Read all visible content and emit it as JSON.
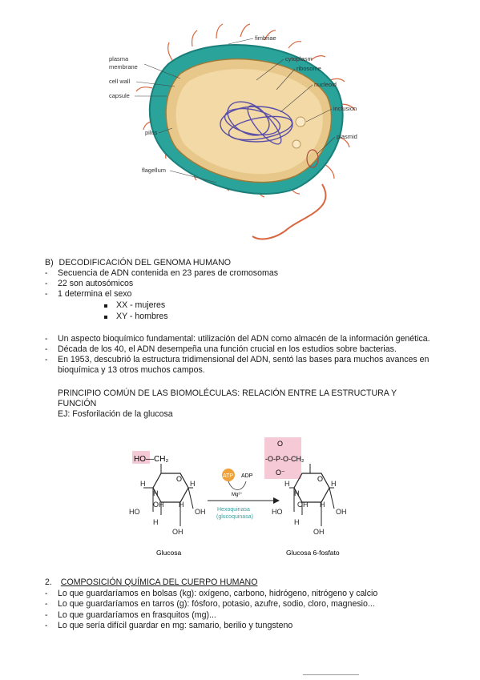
{
  "bacterium": {
    "labels": {
      "fimbriae": "fimbriae",
      "plasma_membrane_1": "plasma",
      "plasma_membrane_2": "membrane",
      "cell_wall": "cell wall",
      "capsule": "capsule",
      "pilus": "pilus",
      "flagellum": "flagellum",
      "cytoplasm": "cytoplasm",
      "ribosome": "ribosome",
      "nucleoid": "nucleoid",
      "inclusion": "inclusion",
      "plasmid": "plasmid"
    }
  },
  "section_b": {
    "heading_prefix": "B)",
    "heading": "DECODIFICACIÓN DEL GENOMA HUMANO",
    "items": [
      "Secuencia de ADN contenida en 23 pares de cromosomas",
      "22 son autosómicos",
      "1 determina el sexo"
    ],
    "subitems": [
      "XX - mujeres",
      "XY - hombres"
    ],
    "items2": [
      "Un aspecto bioquímico fundamental: utilización del ADN como almacén de la información genética.",
      "Década de los 40, el ADN desempeña una función crucial en los estudios sobre bacterias.",
      "En 1953, descubrió la estructura tridimensional del ADN, sentó las bases para muchos avances en",
      "bioquímica y 13 otros muchos campos."
    ],
    "principle_1": "PRINCIPIO COMÚN DE LAS BIOMOLÉCULAS: RELACIÓN ENTRE LA ESTRUCTURA Y",
    "principle_2": "FUNCIÓN",
    "example": "EJ: Fosforilación de la glucosa"
  },
  "reaction": {
    "ho_ch2": "HO—CH₂",
    "atp": "ATP",
    "adp": "ADP",
    "mg": "Mg²⁺",
    "enzyme_1": "Hexoquinasa",
    "enzyme_2": "(glucoquinasa)",
    "glucose_label": "Glucosa",
    "g6p_label": "Glucosa 6-fosfato",
    "phosphate_o_top": "O",
    "phosphate_chain": "-O-P-O-CH₂",
    "phosphate_o_bottom": "O⁻",
    "atom_h": "H",
    "atom_oh": "OH",
    "atom_ho": "HO",
    "atom_o": "O"
  },
  "section_2": {
    "number": "2.",
    "heading": "COMPOSICIÓN QUÍMICA DEL CUERPO HUMANO",
    "items": [
      "Lo que guardaríamos en bolsas (kg): oxígeno, carbono, hidrógeno, nitrógeno y calcio",
      "Lo que guardaríamos en tarros (g): fósforo, potasio, azufre, sodio, cloro, magnesio...",
      "Lo que guardaríamos en frasquitos (mg)...",
      "Lo que sería difícil guardar en mg: samario, berilio y tungsteno"
    ]
  },
  "colors": {
    "capsule_teal": "#2aa39b",
    "cytoplasm_beige": "#f3d9a6",
    "nucleoid_purple": "#5a4fa8",
    "flagellum_orange": "#d9663f",
    "atp_orange": "#f0a23a",
    "phosphate_pink": "#f6c9d6",
    "enzyme_teal": "#3a9e9e"
  }
}
